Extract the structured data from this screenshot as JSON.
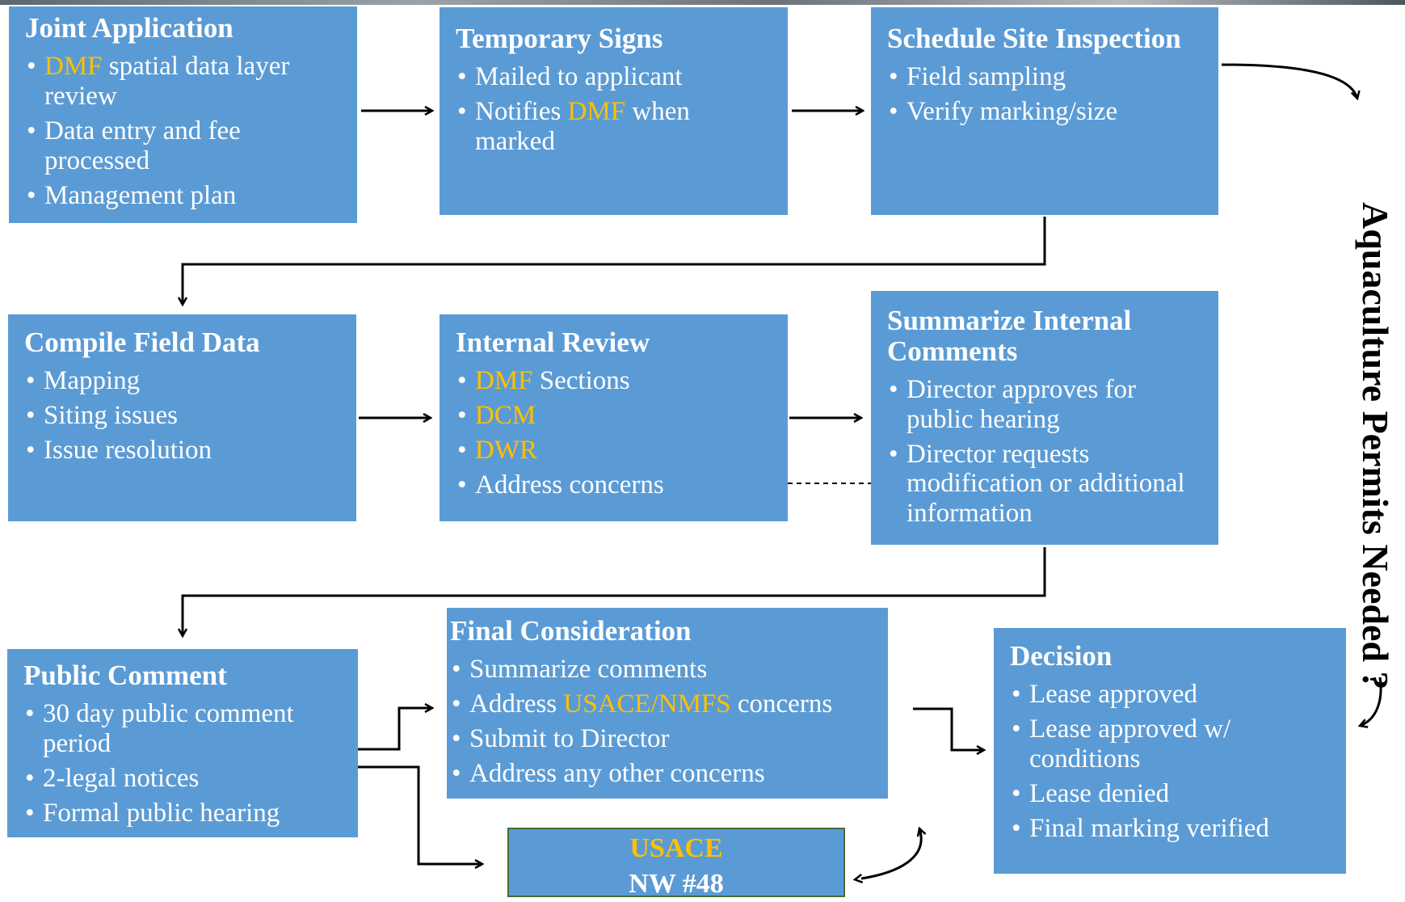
{
  "boxes": {
    "joint_application": {
      "title": "Joint Application",
      "items": [
        {
          "pre": "",
          "hl": "DMF",
          "post": " spatial data layer review"
        },
        {
          "pre": "Data entry and fee processed",
          "hl": "",
          "post": ""
        },
        {
          "pre": "Management plan",
          "hl": "",
          "post": ""
        }
      ]
    },
    "temporary_signs": {
      "title": "Temporary Signs",
      "items": [
        {
          "pre": "Mailed to applicant",
          "hl": "",
          "post": ""
        },
        {
          "pre": "Notifies ",
          "hl": "DMF",
          "post": " when marked"
        }
      ]
    },
    "schedule_site_inspection": {
      "title": "Schedule Site Inspection",
      "items": [
        {
          "pre": "Field sampling",
          "hl": "",
          "post": ""
        },
        {
          "pre": "Verify marking/size",
          "hl": "",
          "post": ""
        }
      ]
    },
    "compile_field_data": {
      "title": "Compile Field Data",
      "items": [
        {
          "pre": "Mapping",
          "hl": "",
          "post": ""
        },
        {
          "pre": "Siting issues",
          "hl": "",
          "post": ""
        },
        {
          "pre": "Issue resolution",
          "hl": "",
          "post": ""
        }
      ]
    },
    "internal_review": {
      "title": "Internal Review",
      "items": [
        {
          "pre": "",
          "hl": "DMF",
          "post": " Sections"
        },
        {
          "pre": "",
          "hl": "DCM",
          "post": ""
        },
        {
          "pre": "",
          "hl": "DWR",
          "post": ""
        },
        {
          "pre": "Address concerns",
          "hl": "",
          "post": ""
        }
      ]
    },
    "summarize_internal_comments": {
      "title": "Summarize Internal Comments",
      "items": [
        {
          "pre": "Director approves for public hearing",
          "hl": "",
          "post": ""
        },
        {
          "pre": "Director requests modification or additional information",
          "hl": "",
          "post": ""
        }
      ]
    },
    "public_comment": {
      "title": "Public Comment",
      "items": [
        {
          "pre": "30 day public comment period",
          "hl": "",
          "post": ""
        },
        {
          "pre": "2-legal notices",
          "hl": "",
          "post": ""
        },
        {
          "pre": "Formal public hearing",
          "hl": "",
          "post": ""
        }
      ]
    },
    "final_consideration": {
      "title": "Final Consideration",
      "items": [
        {
          "pre": "Summarize comments",
          "hl": "",
          "post": ""
        },
        {
          "pre": "Address ",
          "hl": "USACE/NMFS",
          "post": " concerns"
        },
        {
          "pre": "Submit to Director",
          "hl": "",
          "post": ""
        },
        {
          "pre": "Address any other concerns",
          "hl": "",
          "post": ""
        }
      ]
    },
    "decision": {
      "title": "Decision",
      "items": [
        {
          "pre": "Lease approved",
          "hl": "",
          "post": ""
        },
        {
          "pre": "Lease approved w/ conditions",
          "hl": "",
          "post": ""
        },
        {
          "pre": "Lease denied",
          "hl": "",
          "post": ""
        },
        {
          "pre": "Final marking verified",
          "hl": "",
          "post": ""
        }
      ]
    }
  },
  "usace": {
    "line1": "USACE",
    "line2": "NW #48"
  },
  "side_title": "Aquaculture Permits Needed ?",
  "colors": {
    "box": "#5b9bd5",
    "highlight": "#ffc000",
    "text": "#ffffff",
    "arrow": "#000000"
  }
}
